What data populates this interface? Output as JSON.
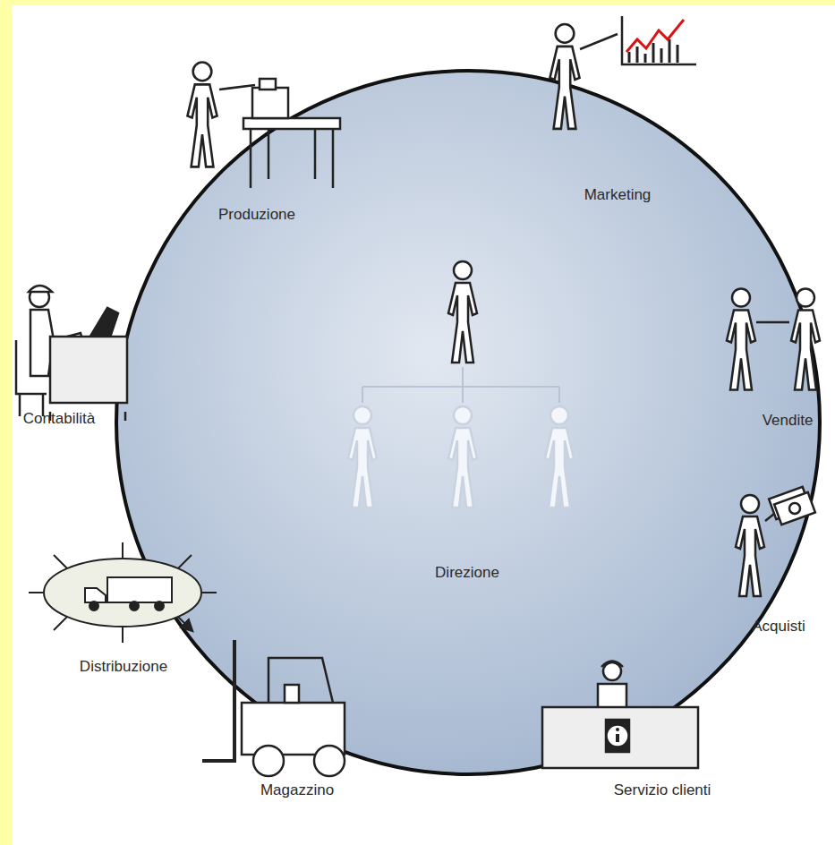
{
  "diagram": {
    "nodes": [
      {
        "text": [
          "Direzione"
        ]
      }
    ],
    "labels": [
      "Produzione",
      "Marketing",
      "Vendite",
      "Acquisti",
      "Servizio clienti",
      "Magazzino",
      "Distribuzione",
      "Contabilità"
    ]
  }
}
